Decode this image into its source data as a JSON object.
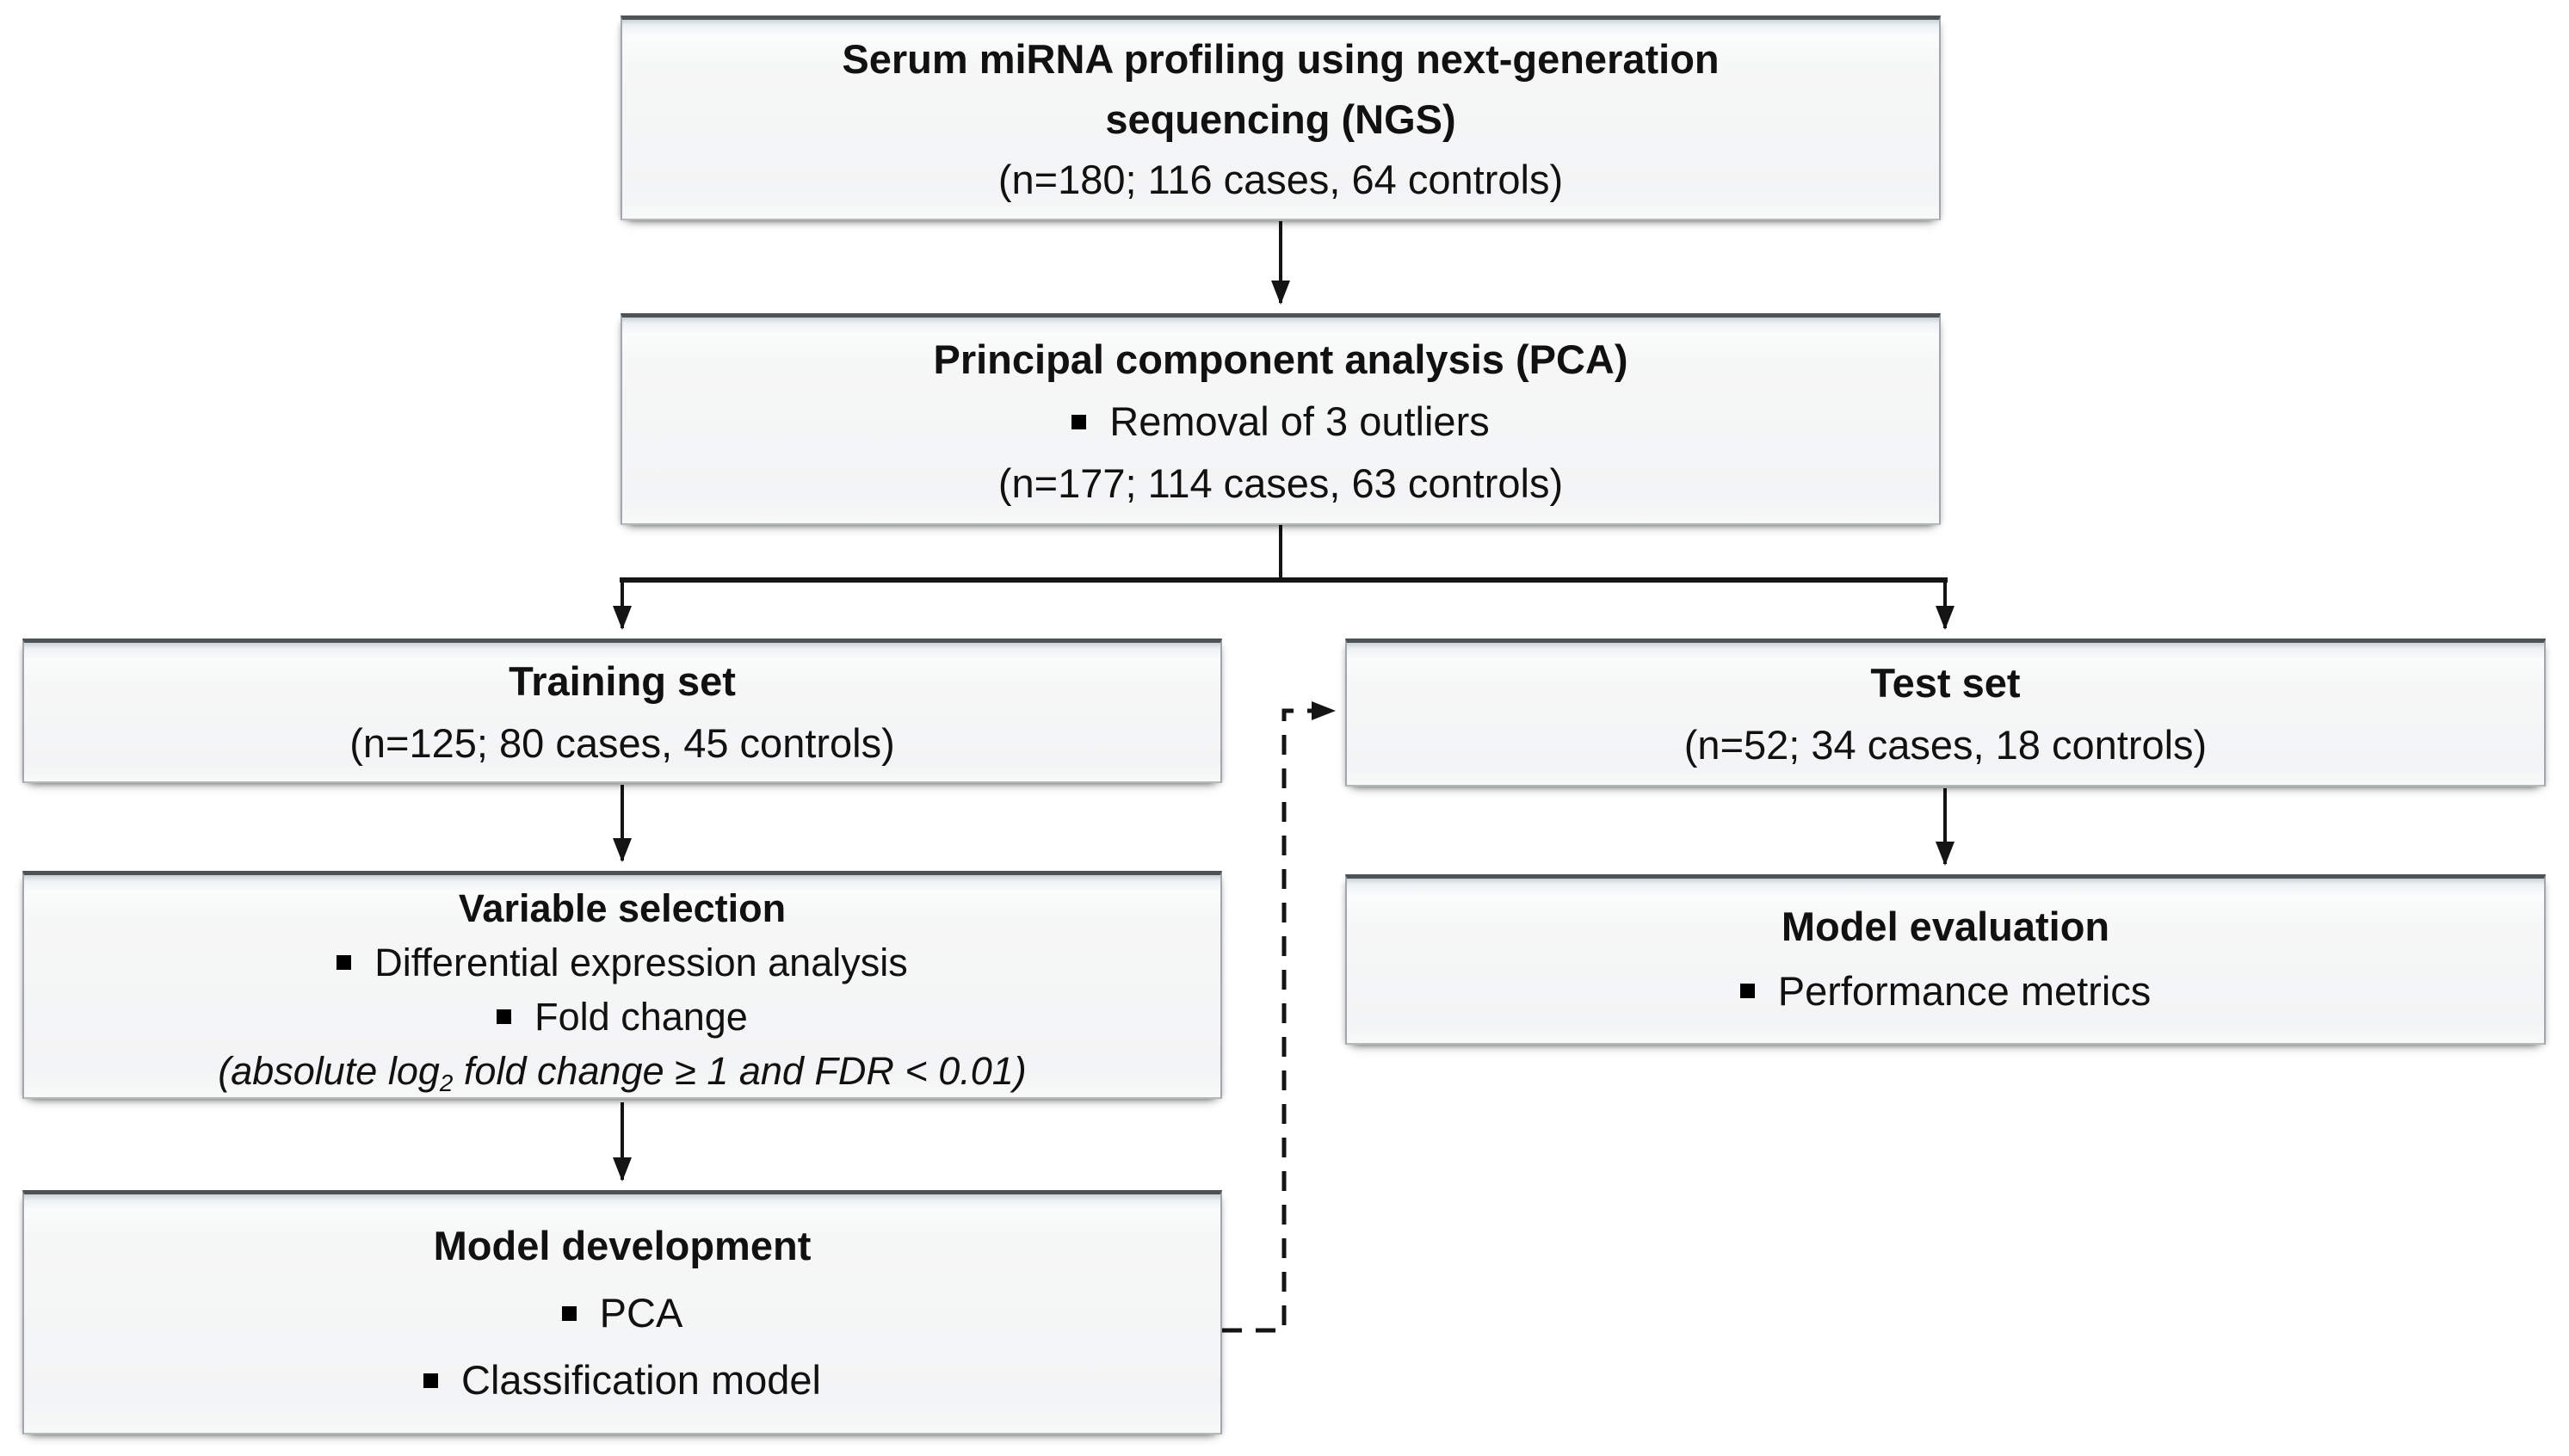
{
  "diagram": {
    "boxes": {
      "ngs": {
        "title": "Serum miRNA profiling using next-generation sequencing (NGS)",
        "note": "(n=180; 116 cases, 64 controls)"
      },
      "pca": {
        "title": "Principal component analysis (PCA)",
        "bullets": [
          "Removal of 3 outliers"
        ],
        "note": "(n=177; 114 cases, 63 controls)"
      },
      "training": {
        "title": "Training set",
        "note": "(n=125; 80 cases, 45 controls)"
      },
      "test": {
        "title": "Test set",
        "note": "(n=52; 34 cases, 18 controls)"
      },
      "variable_selection": {
        "title": "Variable selection",
        "bullets": [
          "Differential expression analysis",
          "Fold change"
        ],
        "criteria_prefix": "(absolute log",
        "criteria_sub": "2",
        "criteria_suffix": " fold change ≥ 1 and FDR < 0.01)"
      },
      "model_development": {
        "title": "Model development",
        "bullets": [
          "PCA",
          "Classification model"
        ]
      },
      "model_evaluation": {
        "title": "Model evaluation",
        "bullets": [
          "Performance metrics"
        ]
      }
    },
    "icons": {
      "bullet": "black-square-bullet"
    },
    "colors": {
      "box_top_border": "#4e5356",
      "box_border": "#a2a7ab",
      "box_fill": "#f5f6f7",
      "line": "#141414",
      "text": "#111111"
    }
  }
}
